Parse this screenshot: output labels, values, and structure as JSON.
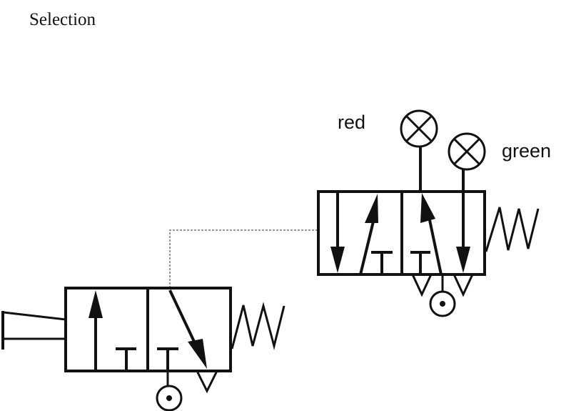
{
  "title": "Selection",
  "labels": {
    "red": "red",
    "green": "green"
  },
  "components": {
    "lamp_red": {
      "type": "indicator-lamp",
      "color_name": "red"
    },
    "lamp_green": {
      "type": "indicator-lamp",
      "color_name": "green"
    },
    "valve_upper": {
      "type": "5/2 directional valve",
      "actuation": "pilot",
      "return": "spring"
    },
    "valve_lower": {
      "type": "3/2 directional valve",
      "actuation": "push-button",
      "return": "spring"
    }
  },
  "colors": {
    "stroke": "#111111",
    "pilot_line": "#777777",
    "background": "#ffffff"
  }
}
